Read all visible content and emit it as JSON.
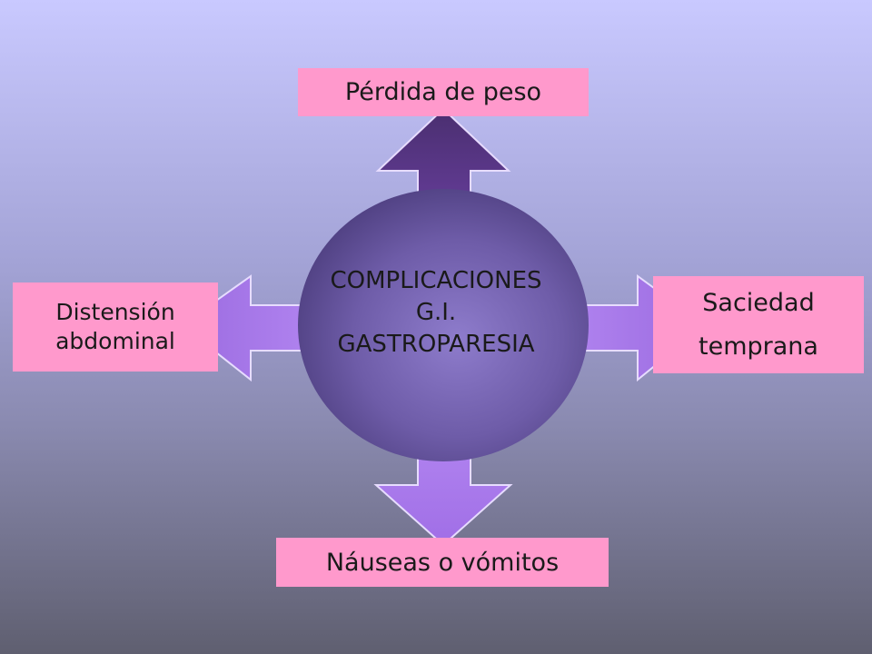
{
  "center": {
    "lines": [
      "COMPLICACIONES",
      "G.I.",
      "GASTROPARESIA"
    ]
  },
  "boxes": {
    "top": {
      "text": "Pérdida de peso"
    },
    "bottom": {
      "text": "Náuseas o vómitos"
    },
    "left": {
      "lines": [
        "Distensión",
        "abdominal"
      ]
    },
    "right": {
      "lines": [
        "Saciedad",
        "temprana"
      ]
    }
  },
  "colors": {
    "box_fill": "#ff99cc",
    "arrow_up": "#5e3a8c",
    "arrow_side": "#a875e6",
    "circle_center": "#8a76c4",
    "circle_edge": "#4e3f80"
  }
}
